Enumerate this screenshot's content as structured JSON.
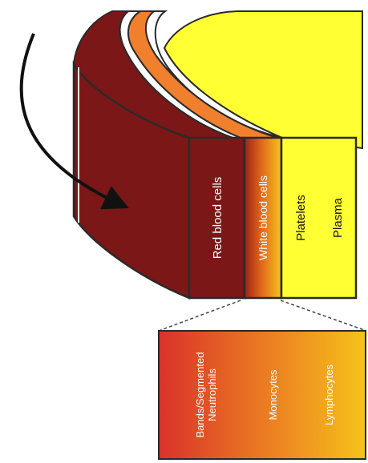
{
  "layers": {
    "red_blood_cells": {
      "label": "Red blood cells",
      "color": "#7b1717"
    },
    "white_blood_cells": {
      "label": "White blood cells",
      "color": "#f0802e"
    },
    "platelets": {
      "label": "Platelets"
    },
    "plasma": {
      "label": "Plasma",
      "color": "#ffff33"
    }
  },
  "detail": {
    "bands": {
      "line1": "Bands/Segmented",
      "line2": "Neutrophils"
    },
    "monocytes": "Monocytes",
    "lymphocytes": "Lymphocytes"
  },
  "colors": {
    "outline": "#2a2a2a",
    "detail_red": "#d9322a",
    "detail_yellow": "#f6c21a"
  }
}
